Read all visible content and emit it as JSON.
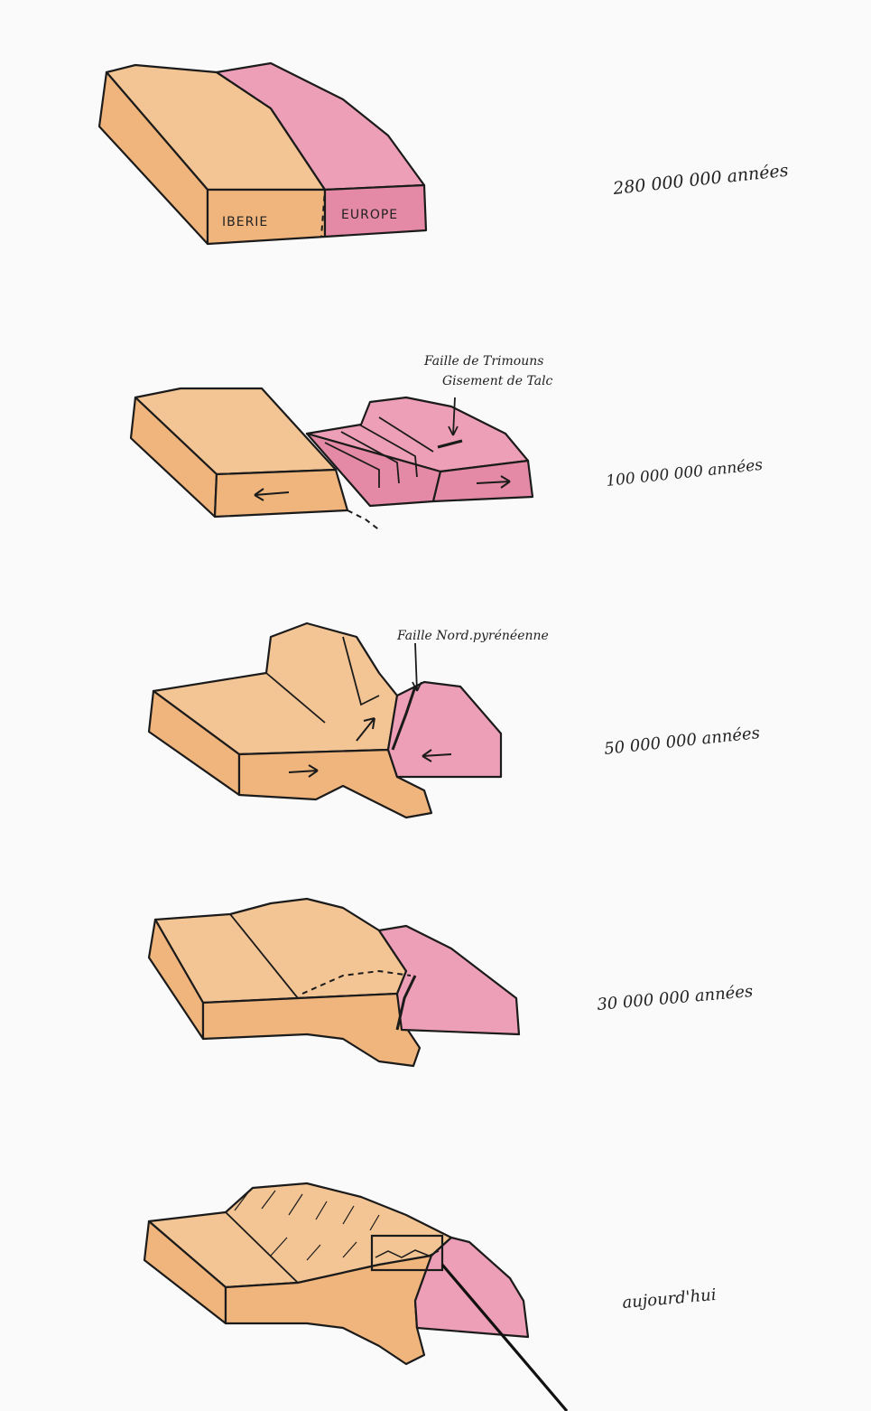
{
  "colors": {
    "iberia": "#f3c494",
    "iberia_side": "#f0b57c",
    "europe": "#ec9fb6",
    "europe_side": "#e48aa6",
    "ink": "#1b1b1b",
    "paper": "#fbfafa"
  },
  "stages": [
    {
      "id": "stage-1",
      "age_label": "280 000 000 années",
      "plate_labels": {
        "iberia": "IBERIE",
        "europe": "EUROPE"
      }
    },
    {
      "id": "stage-2",
      "age_label": "100 000   000 années",
      "annotations": [
        "Faille de Trimouns",
        "Gisement de Talc"
      ]
    },
    {
      "id": "stage-3",
      "age_label": "50  000  000 années",
      "annotations": [
        "Faille Nord.pyrénéenne"
      ]
    },
    {
      "id": "stage-4",
      "age_label": "30  000  000  années"
    },
    {
      "id": "stage-5",
      "age_label": "aujourd'hui"
    }
  ]
}
